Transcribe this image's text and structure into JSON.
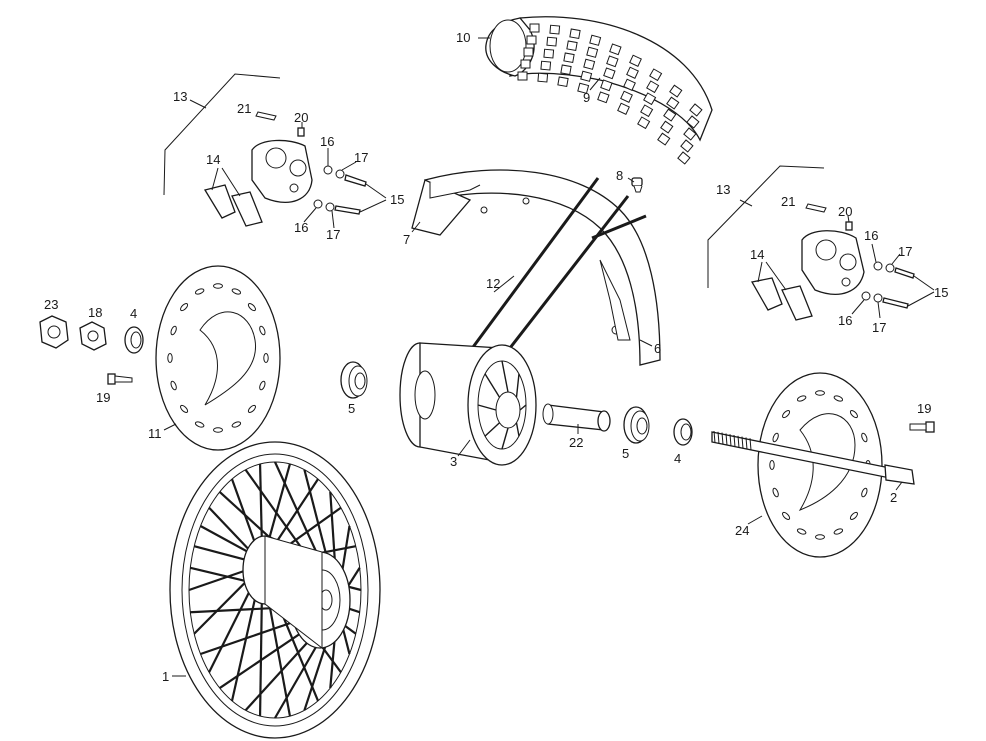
{
  "diagram": {
    "callouts": {
      "c1": "1",
      "c2": "2",
      "c3": "3",
      "c4a": "4",
      "c4b": "4",
      "c5a": "5",
      "c5b": "5",
      "c6": "6",
      "c7": "7",
      "c8": "8",
      "c9": "9",
      "c10": "10",
      "c11": "11",
      "c12": "12",
      "c13a": "13",
      "c13b": "13",
      "c14a": "14",
      "c14b": "14",
      "c15a": "15",
      "c15b": "15",
      "c16a": "16",
      "c16b": "16",
      "c16c": "16",
      "c16d": "16",
      "c17a": "17",
      "c17b": "17",
      "c17c": "17",
      "c17d": "17",
      "c18": "18",
      "c19a": "19",
      "c19b": "19",
      "c20a": "20",
      "c20b": "20",
      "c21a": "21",
      "c21b": "21",
      "c22": "22",
      "c23": "23",
      "c24": "24"
    }
  }
}
